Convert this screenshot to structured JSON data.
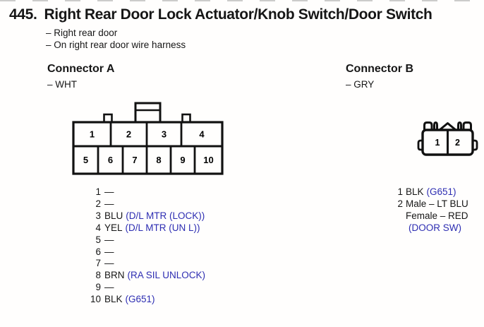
{
  "title": {
    "number": "445.",
    "text": "Right Rear Door Lock Actuator/Knob Switch/Door Switch"
  },
  "notes": [
    "– Right rear door",
    "– On right rear door wire harness"
  ],
  "colors": {
    "signal_blue": "#2d2db2",
    "ink": "#161616",
    "paper": "#fffefd"
  },
  "connector_a": {
    "heading": "Connector A",
    "color_label": "– WHT",
    "cavities_top": [
      "1",
      "2",
      "3",
      "4"
    ],
    "cavities_bottom": [
      "5",
      "6",
      "7",
      "8",
      "9",
      "10"
    ],
    "pin_rows": [
      {
        "num": "1",
        "wire": "—",
        "signal": ""
      },
      {
        "num": "2",
        "wire": "—",
        "signal": ""
      },
      {
        "num": "3",
        "wire": "BLU",
        "signal": "(D/L MTR (LOCK))"
      },
      {
        "num": "4",
        "wire": "YEL",
        "signal": "(D/L MTR (UN L))"
      },
      {
        "num": "5",
        "wire": "—",
        "signal": ""
      },
      {
        "num": "6",
        "wire": "—",
        "signal": ""
      },
      {
        "num": "7",
        "wire": "—",
        "signal": ""
      },
      {
        "num": "8",
        "wire": "BRN",
        "signal": "(RA SIL UNLOCK)"
      },
      {
        "num": "9",
        "wire": "—",
        "signal": ""
      },
      {
        "num": "10",
        "wire": "BLK",
        "signal": "(G651)"
      }
    ]
  },
  "connector_b": {
    "heading": "Connector B",
    "color_label": "– GRY",
    "cavities": [
      "1",
      "2"
    ],
    "pin_rows": [
      {
        "num": "1",
        "wire": "BLK",
        "signal": "(G651)"
      },
      {
        "num": "2",
        "wire": "Male – LT BLU",
        "signal": ""
      },
      {
        "num": "",
        "wire": "Female – RED",
        "signal": ""
      },
      {
        "num": "",
        "wire": "",
        "signal": "(DOOR SW)"
      }
    ]
  }
}
